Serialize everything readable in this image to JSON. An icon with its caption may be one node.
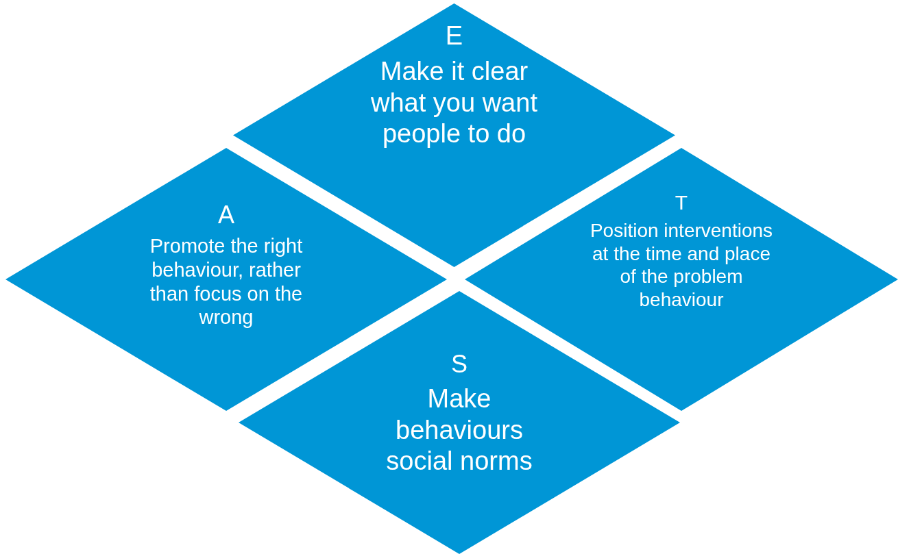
{
  "diagram": {
    "nodes": [
      {
        "text": [
          "E",
          "Make it clear what you want people to do"
        ]
      },
      {
        "text": [
          "A",
          "Promote the right behaviour, rather than focus on the wrong"
        ]
      },
      {
        "text": [
          "T",
          "Position interventions at the time and place of the problem behaviour"
        ]
      },
      {
        "text": [
          "S",
          "Make behaviours social norms"
        ]
      }
    ]
  }
}
